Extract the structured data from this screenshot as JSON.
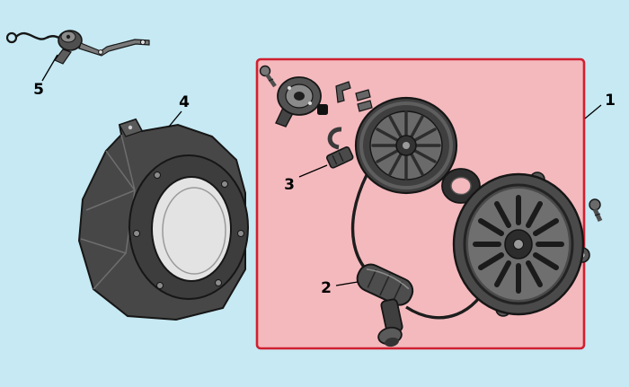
{
  "diagram": {
    "callouts": [
      {
        "label": "1"
      },
      {
        "label": "2"
      },
      {
        "label": "3"
      },
      {
        "label": "4"
      },
      {
        "label": "5"
      }
    ]
  },
  "colors": {
    "background": "#c6e9f3",
    "highlight_fill": "#f4b9bd",
    "highlight_border": "#d02030",
    "line_art": "#1a1a1a"
  }
}
